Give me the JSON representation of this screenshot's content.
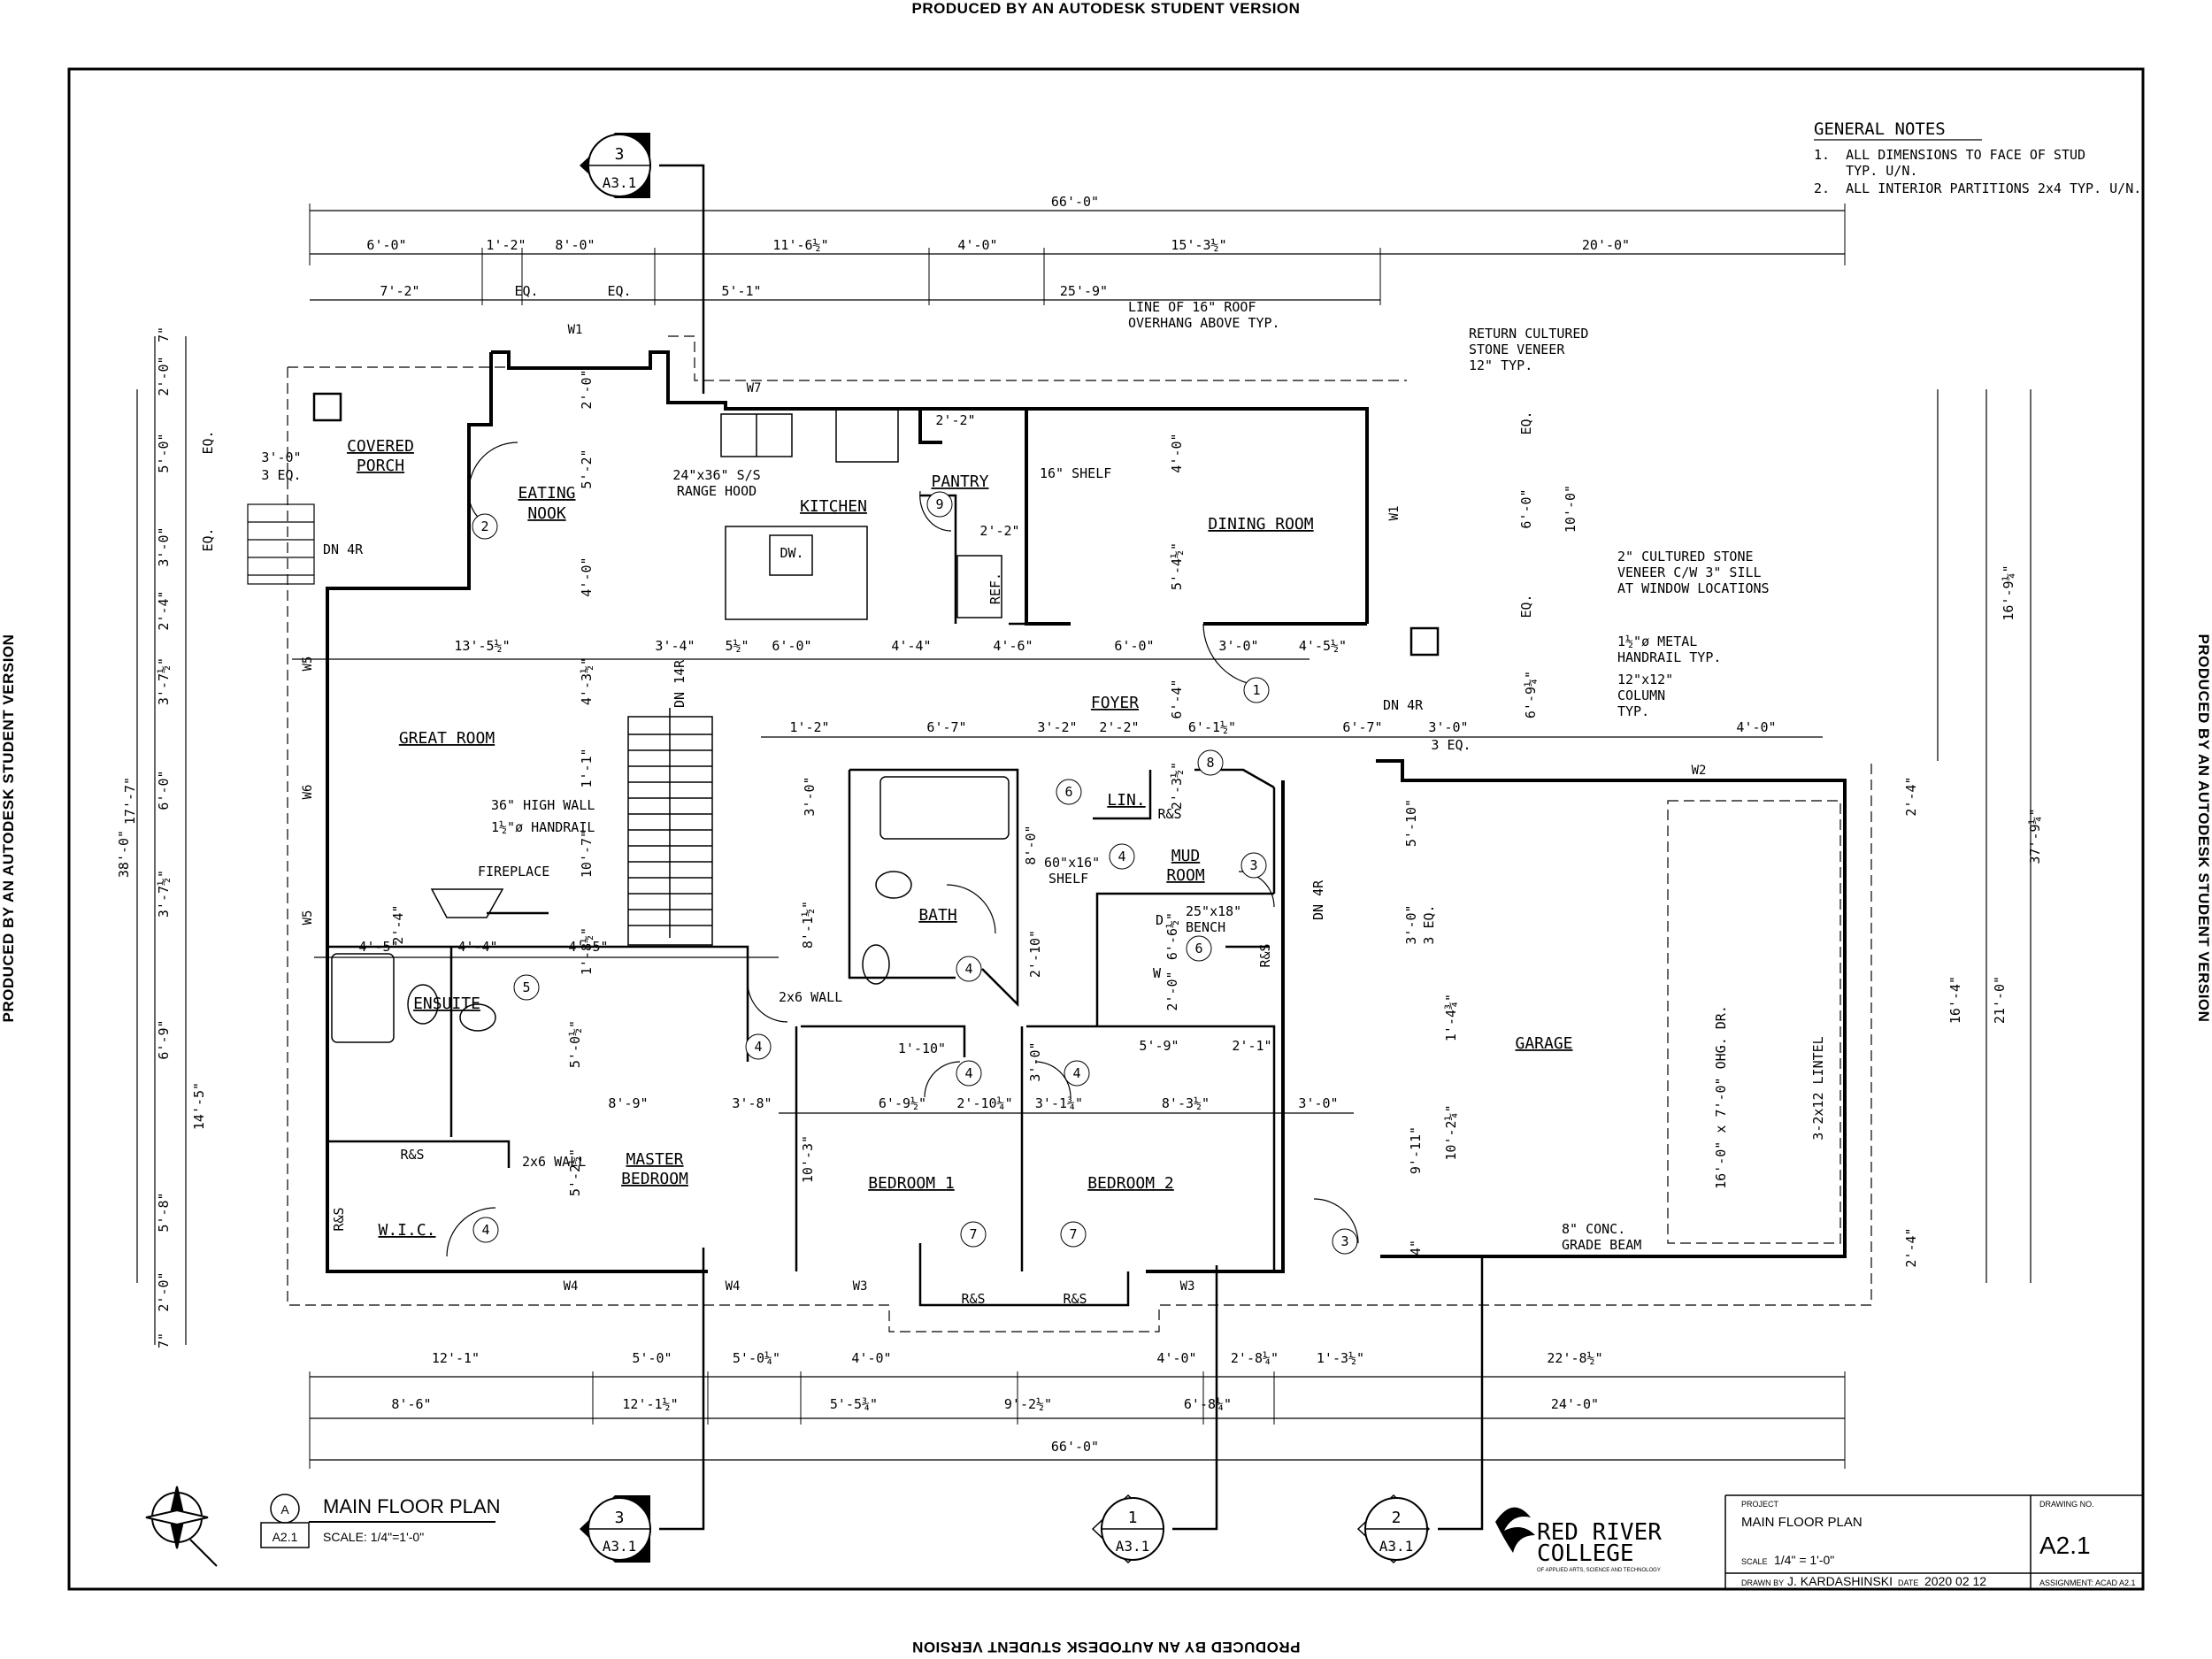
{
  "watermark": "PRODUCED BY AN AUTODESK STUDENT VERSION",
  "general_notes": {
    "title": "GENERAL NOTES",
    "items": [
      "1.  ALL DIMENSIONS TO FACE OF STUD",
      "    TYP. U/N.",
      "2.  ALL INTERIOR PARTITIONS 2x4 TYP. U/N."
    ]
  },
  "rooms": {
    "covered_porch": [
      "COVERED",
      "PORCH"
    ],
    "eating_nook": [
      "EATING",
      "NOOK"
    ],
    "kitchen": "KITCHEN",
    "pantry": "PANTRY",
    "dining_room": "DINING ROOM",
    "great_room": "GREAT ROOM",
    "foyer": "FOYER",
    "lin": "LIN.",
    "mud_room": [
      "MUD",
      "ROOM"
    ],
    "bath": "BATH",
    "ensuite": "ENSUITE",
    "master_bedroom": [
      "MASTER",
      "BEDROOM"
    ],
    "wic": "W.I.C.",
    "bedroom1": "BEDROOM 1",
    "bedroom2": "BEDROOM 2",
    "garage": "GARAGE"
  },
  "dims_top": {
    "overall": "66'-0\"",
    "row2": [
      "6'-0\"",
      "1'-2\"",
      "8'-0\"",
      "11'-6½\"",
      "4'-0\"",
      "15'-3½\"",
      "20'-0\""
    ],
    "row3": [
      "7'-2\"",
      "EQ.",
      "EQ.",
      "5'-1\"",
      "25'-9\""
    ]
  },
  "dims_bottom": {
    "row1": [
      "12'-1\"",
      "5'-0\"",
      "5'-0¼\"",
      "4'-0\"",
      "4'-0\"",
      "2'-8¼\"",
      "1'-3½\"",
      "22'-8½\""
    ],
    "row2": [
      "8'-6\"",
      "12'-1½\"",
      "5'-5¾\"",
      "9'-2½\"",
      "6'-8¼\"",
      "24'-0\""
    ],
    "overall": "66'-0\""
  },
  "dims_left": [
    "7\"",
    "2'-0\"",
    "5'-0\"",
    "3'-0\"",
    "2'-4\"",
    "3'-7½\"",
    "6'-0\"",
    "3'-7½\"",
    "6'-9\"",
    "5'-8\"",
    "2'-0\"",
    "7\"",
    "17'-7\"",
    "14'-5\"",
    "38'-0\"",
    "EQ.",
    "EQ."
  ],
  "dims_right": [
    "EQ.",
    "6'-0\"",
    "EQ.",
    "10'-0\"",
    "16'-9¼\"",
    "6'-9¼\"",
    "2'-4\"",
    "16'-4\"",
    "21'-0\"",
    "2'-4\"",
    "37'-9¼\""
  ],
  "dims_interior": {
    "row_mid": [
      "13'-5½\"",
      "3'-4\"",
      "5½\"",
      "6'-0\"",
      "4'-4\"",
      "4'-6\"",
      "6'-0\"",
      "3'-0\"",
      "4'-5½\""
    ],
    "row_foyer": [
      "1'-2\"",
      "6'-7\"",
      "3'-2\"",
      "2'-2\"",
      "6'-1½\"",
      "6'-7\"",
      "3'-0\"",
      "4'-0\"",
      "3 EQ."
    ],
    "row_fp": [
      "4'-5\"",
      "4'-4\"",
      "4'-5\""
    ],
    "row_beds": [
      "1'-10\"",
      "5'-9\"",
      "2'-1\"",
      "6'-9½\"",
      "2'-10¼\"",
      "3'-1¾\"",
      "8'-3½\"",
      "3'-0\"",
      "8'-9\"",
      "3'-8\""
    ],
    "misc": [
      "3'-0\"",
      "3 EQ.",
      "2'-0\"",
      "5'-2\"",
      "4'-0\"",
      "4'-3½\"",
      "1'-1\"",
      "10'-7\"",
      "1'-8½\"",
      "2'-4\"",
      "2'-2\"",
      "2'-2\"",
      "4'-0\"",
      "5'-4½\"",
      "6'-4\"",
      "2'-3½\"",
      "3'-0\"",
      "8'-0\"",
      "8'-1½\"",
      "2'-10\"",
      "6'-6½\"",
      "2'-0\"",
      "5'-0½\"",
      "5'-2½\"",
      "10'-3\"",
      "3'-0\"",
      "5'-10\"",
      "3'-0\"",
      "3 EQ.",
      "1'-4¾\"",
      "10'-2¼\"",
      "9'-11\"",
      "4\""
    ]
  },
  "labels": {
    "roof_overhang": [
      "LINE OF 16\" ROOF",
      "OVERHANG ABOVE TYP."
    ],
    "return_stone": [
      "RETURN CULTURED",
      "STONE VENEER",
      "12\" TYP."
    ],
    "range_hood": [
      "24\"x36\" S/S",
      "RANGE HOOD"
    ],
    "shelf16": "16\" SHELF",
    "cultured_stone": [
      "2\" CULTURED STONE",
      "VENEER C/W 3\" SILL",
      "AT WINDOW LOCATIONS"
    ],
    "handrail_metal": [
      "1½\"ø METAL",
      "HANDRAIL TYP."
    ],
    "column": [
      "12\"x12\"",
      "COLUMN",
      "TYP."
    ],
    "dn4r_porch": "DN 4R",
    "dn4r_front": "DN 4R",
    "dn4r_mud": "DN 4R",
    "dn14r": "DN 14R",
    "high_wall": "36\" HIGH WALL",
    "handrail": "1½\"ø HANDRAIL",
    "fireplace": "FIREPLACE",
    "wall2x6_a": "2x6 WALL",
    "wall2x6_b": "2x6 WALL",
    "shelf60": [
      "60\"x16\"",
      "SHELF"
    ],
    "bench": [
      "25\"x18\"",
      "BENCH"
    ],
    "lintel": "3-2x12 LINTEL",
    "ohg_door": "16'-0\" x 7'-0\" OHG. DR.",
    "grade_beam": [
      "8\" CONC.",
      "GRADE BEAM"
    ],
    "dw": "DW.",
    "ref": "REF.",
    "rs": "R&S",
    "d": "D",
    "w": "W",
    "windows": [
      "W1",
      "W7",
      "W1",
      "W5",
      "W6",
      "W5",
      "W2",
      "W4",
      "W4",
      "W3",
      "W3"
    ],
    "door_tags": [
      "1",
      "2",
      "3",
      "3",
      "4",
      "4",
      "4",
      "4",
      "4",
      "4",
      "5",
      "6",
      "6",
      "7",
      "7",
      "8",
      "9"
    ]
  },
  "section_markers": [
    {
      "num": "3",
      "ref": "A3.1"
    },
    {
      "num": "3",
      "ref": "A3.1"
    },
    {
      "num": "1",
      "ref": "A3.1"
    },
    {
      "num": "2",
      "ref": "A3.1"
    }
  ],
  "title_block": {
    "view_letter": "A",
    "view_sheet": "A2.1",
    "view_title": "MAIN FLOOR PLAN",
    "view_scale": "SCALE: 1/4\"=1'-0\"",
    "college_line1": "RED RIVER",
    "college_line2": "COLLEGE",
    "college_sub": "OF APPLIED ARTS, SCIENCE AND TECHNOLOGY",
    "project_label": "PROJECT",
    "project": "MAIN FLOOR PLAN",
    "scale_label": "SCALE",
    "scale": "1/4\" = 1'-0\"",
    "drawn_label": "DRAWN BY",
    "drawn_by": "J. KARDASHINSKI",
    "date_label": "DATE",
    "date": "2020 02 12",
    "drawing_no_label": "DRAWING NO.",
    "drawing_no": "A2.1",
    "assignment": "ASSIGNMENT: ACAD A2.1"
  }
}
